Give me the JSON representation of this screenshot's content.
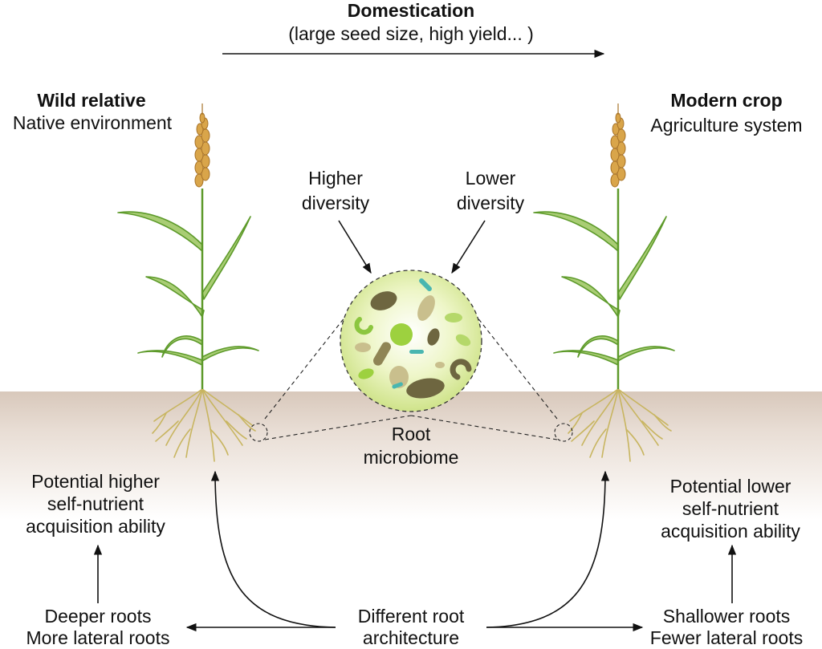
{
  "header": {
    "title": "Domestication",
    "subtitle": "(large seed size, high yield... )"
  },
  "wild": {
    "title": "Wild relative",
    "subtitle": "Native environment",
    "outcome": [
      "Potential higher",
      "self-nutrient",
      "acquisition ability"
    ],
    "roots": [
      "Deeper roots",
      "More lateral roots"
    ]
  },
  "modern": {
    "title": "Modern crop",
    "subtitle": "Agriculture system",
    "outcome": [
      "Potential lower",
      "self-nutrient",
      "acquisition ability"
    ],
    "roots": [
      "Shallower roots",
      "Fewer lateral roots"
    ]
  },
  "microbiome": {
    "higher": [
      "Higher",
      "diversity"
    ],
    "lower": [
      "Lower",
      "diversity"
    ],
    "label": [
      "Root",
      "microbiome"
    ]
  },
  "center": {
    "label": [
      "Different root",
      "architecture"
    ]
  },
  "colors": {
    "stem": "#5d9a2a",
    "leaf_fill": "#a9cd74",
    "wheat": "#d9a54a",
    "root": "#c8b560",
    "soil_top": "#d8c8bb",
    "circle_fill": "#e7f2b6",
    "microbe_dark": "#6e6640",
    "microbe_green": "#8cc63f",
    "microbe_teal": "#49b6b0"
  }
}
